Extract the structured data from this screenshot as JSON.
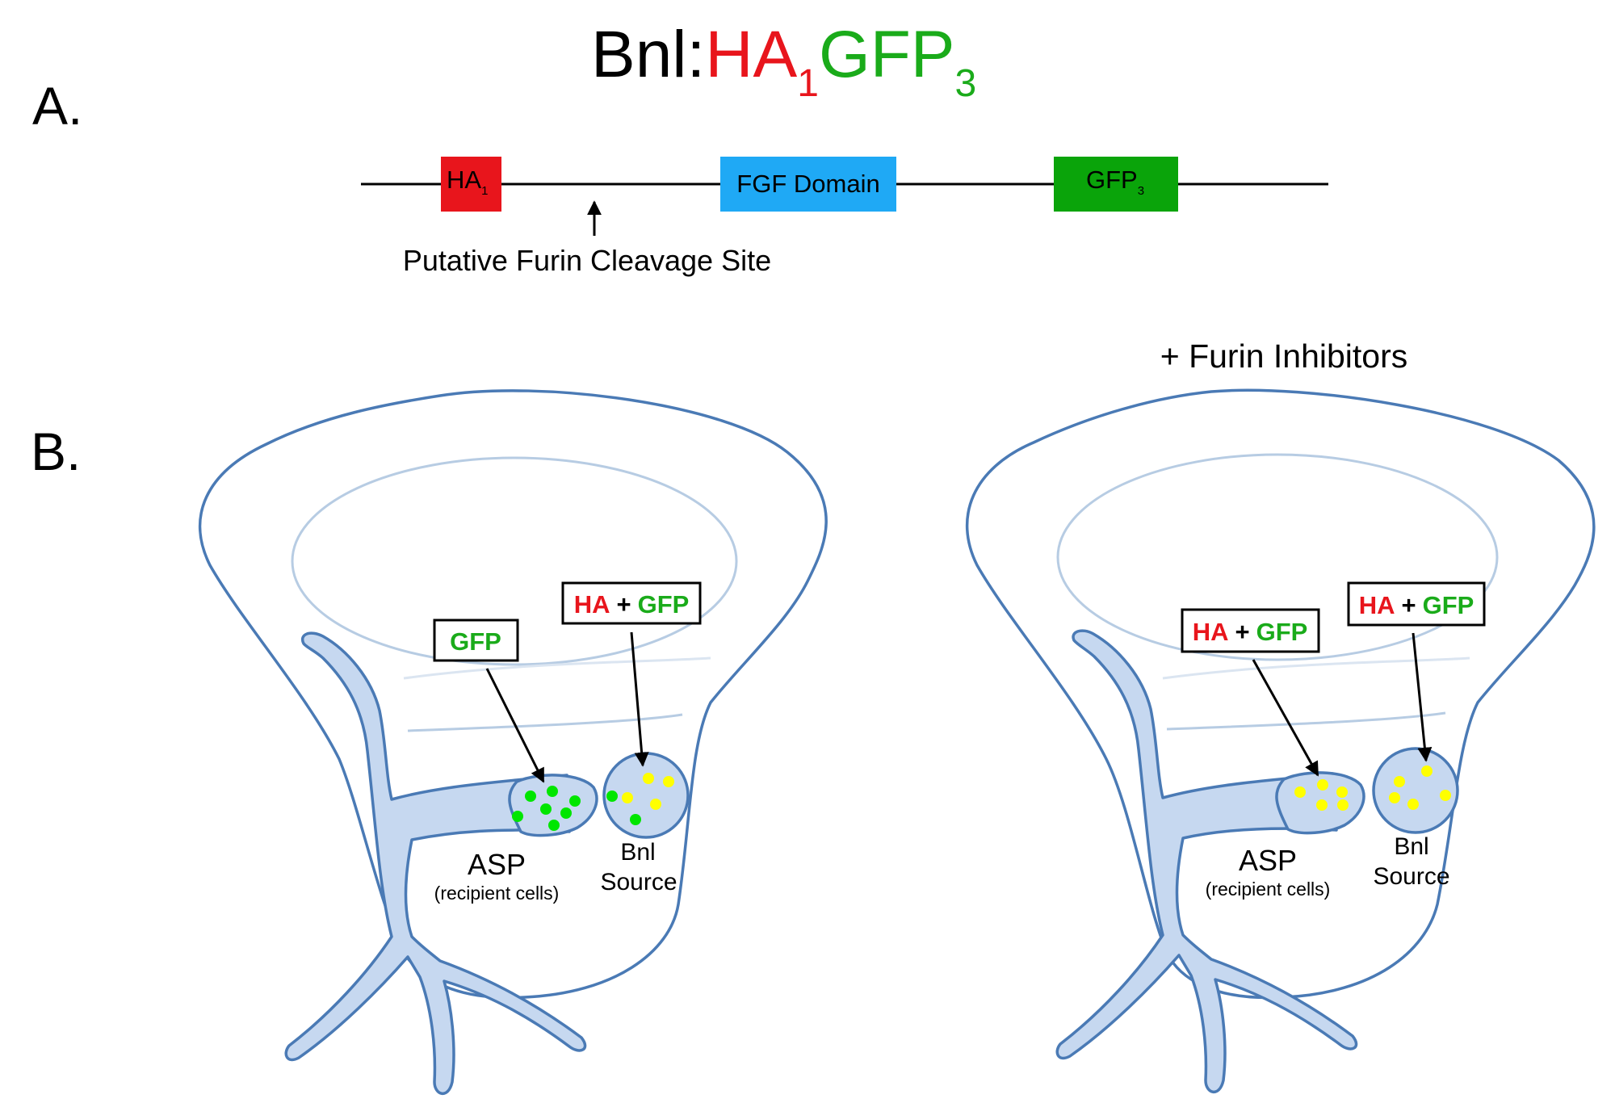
{
  "colors": {
    "ha_red": "#e8151c",
    "gfp_green": "#1aab1a",
    "fgf_blue": "#1fa9f5",
    "dot_green": "#00e600",
    "dot_yellow": "#ffff00",
    "tissue_blue": "#4a7ab5"
  },
  "panel_a": {
    "label": "A.",
    "title": {
      "prefix": "Bnl:",
      "ha": "HA",
      "ha_sub": "1",
      "gfp": "GFP",
      "gfp_sub": "3"
    },
    "domains": {
      "ha": {
        "label": "HA",
        "sub": "1"
      },
      "fgf": {
        "label": "FGF Domain"
      },
      "gfp": {
        "label": "GFP",
        "sub": "3"
      }
    },
    "cleavage_label": "Putative Furin Cleavage Site"
  },
  "panel_b": {
    "label": "B.",
    "right_title": "+ Furin Inhibitors",
    "left": {
      "asp_box": {
        "parts": [
          "GFP"
        ]
      },
      "source_box": {
        "ha": "HA",
        "plus": "+",
        "gfp": "GFP"
      },
      "asp_label": "ASP",
      "asp_sub": "(recipient cells)",
      "source_label_1": "Bnl",
      "source_label_2": "Source",
      "asp_dot_color": "green",
      "source_dots": "yellow"
    },
    "right": {
      "asp_box": {
        "ha": "HA",
        "plus": "+",
        "gfp": "GFP"
      },
      "source_box": {
        "ha": "HA",
        "plus": "+",
        "gfp": "GFP"
      },
      "asp_label": "ASP",
      "asp_sub": "(recipient cells)",
      "source_label_1": "Bnl",
      "source_label_2": "Source",
      "asp_dot_color": "yellow",
      "source_dots": "yellow"
    }
  }
}
